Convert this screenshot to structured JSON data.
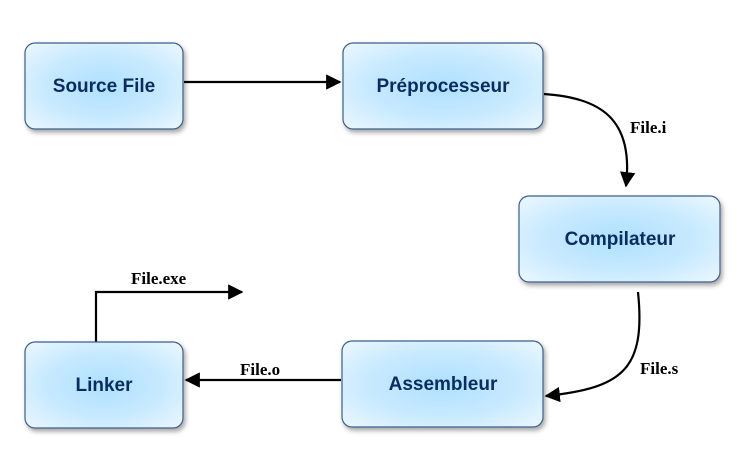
{
  "nodes": {
    "source_file": "Source File",
    "preprocesseur": "Préprocesseur",
    "compilateur": "Compilateur",
    "assembleur": "Assembleur",
    "linker": "Linker"
  },
  "edges": {
    "file_i": "File.i",
    "file_s": "File.s",
    "file_o": "File.o",
    "file_exe": "File.exe"
  }
}
